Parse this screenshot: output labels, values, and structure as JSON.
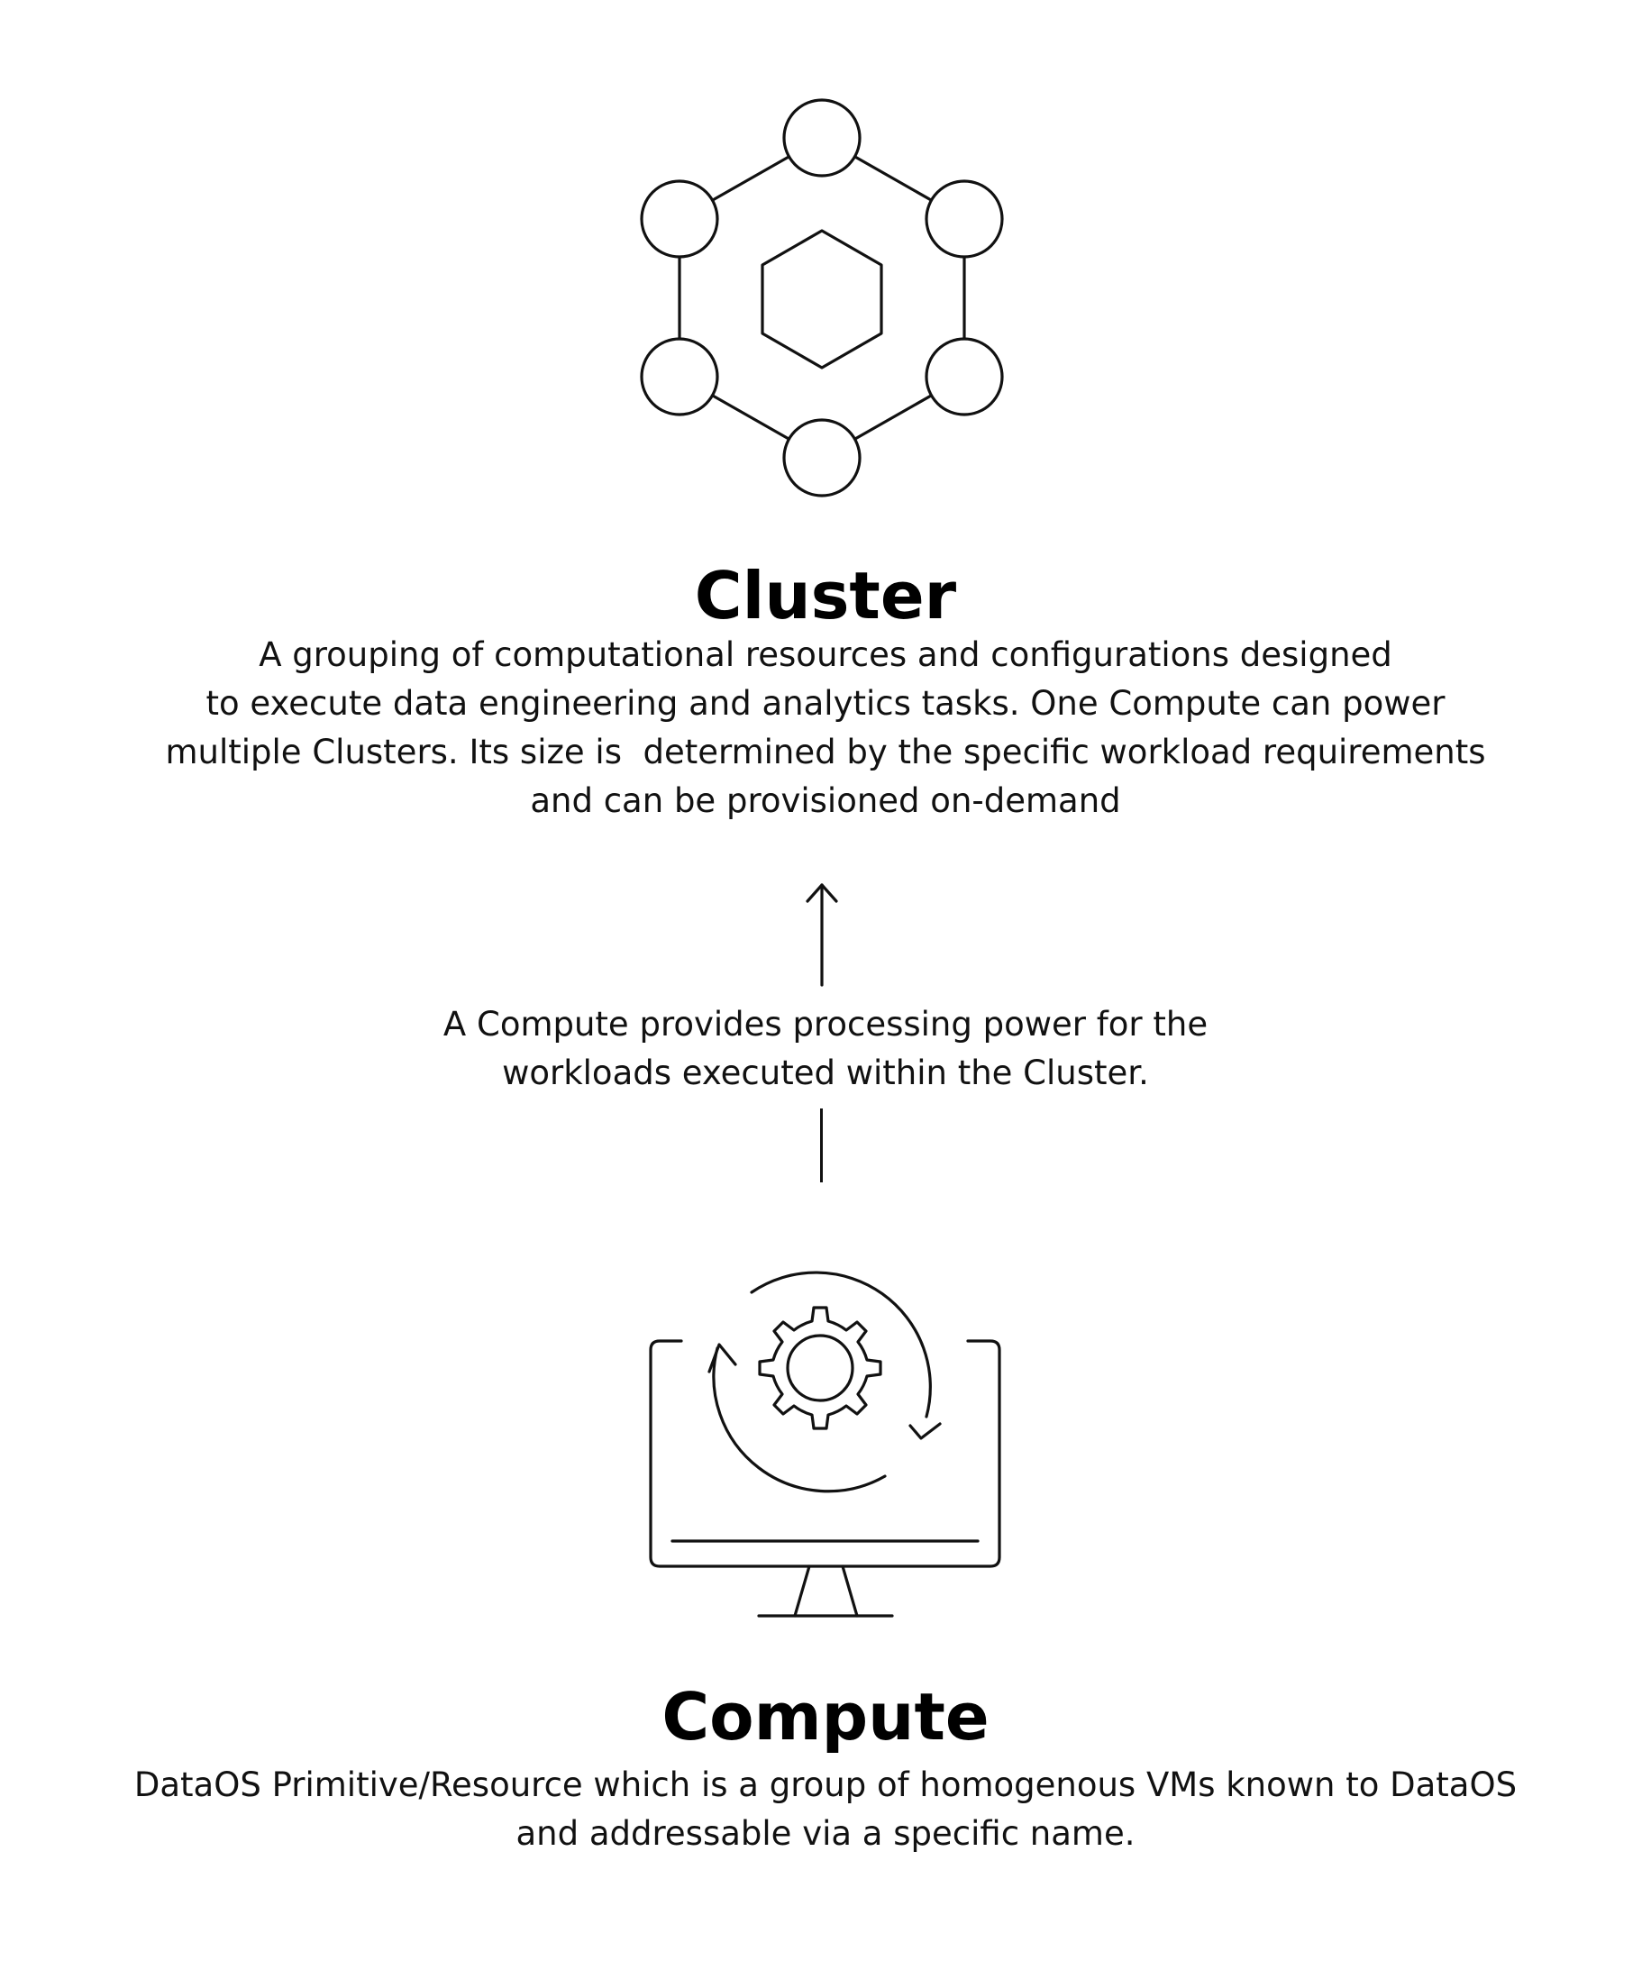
{
  "cluster": {
    "title": "Cluster",
    "icon": "cluster-hexagon-network-icon",
    "description_lines": [
      "A grouping of computational resources and configurations designed",
      "to execute data engineering and analytics tasks. One Compute can power",
      "multiple Clusters. Its size is  determined by the specific workload requirements",
      "and can be provisioned on-demand"
    ]
  },
  "connector": {
    "arrow_icon": "arrow-up-icon",
    "label_lines": [
      "A Compute provides processing power for the",
      "workloads executed within the Cluster."
    ]
  },
  "compute": {
    "title": "Compute",
    "icon": "monitor-gear-refresh-icon",
    "description_lines": [
      "DataOS Primitive/Resource which is a group of homogenous VMs known to DataOS",
      "and addressable via a specific name."
    ]
  },
  "colors": {
    "background": "#ffffff",
    "stroke": "#111111",
    "text": "#111111"
  }
}
